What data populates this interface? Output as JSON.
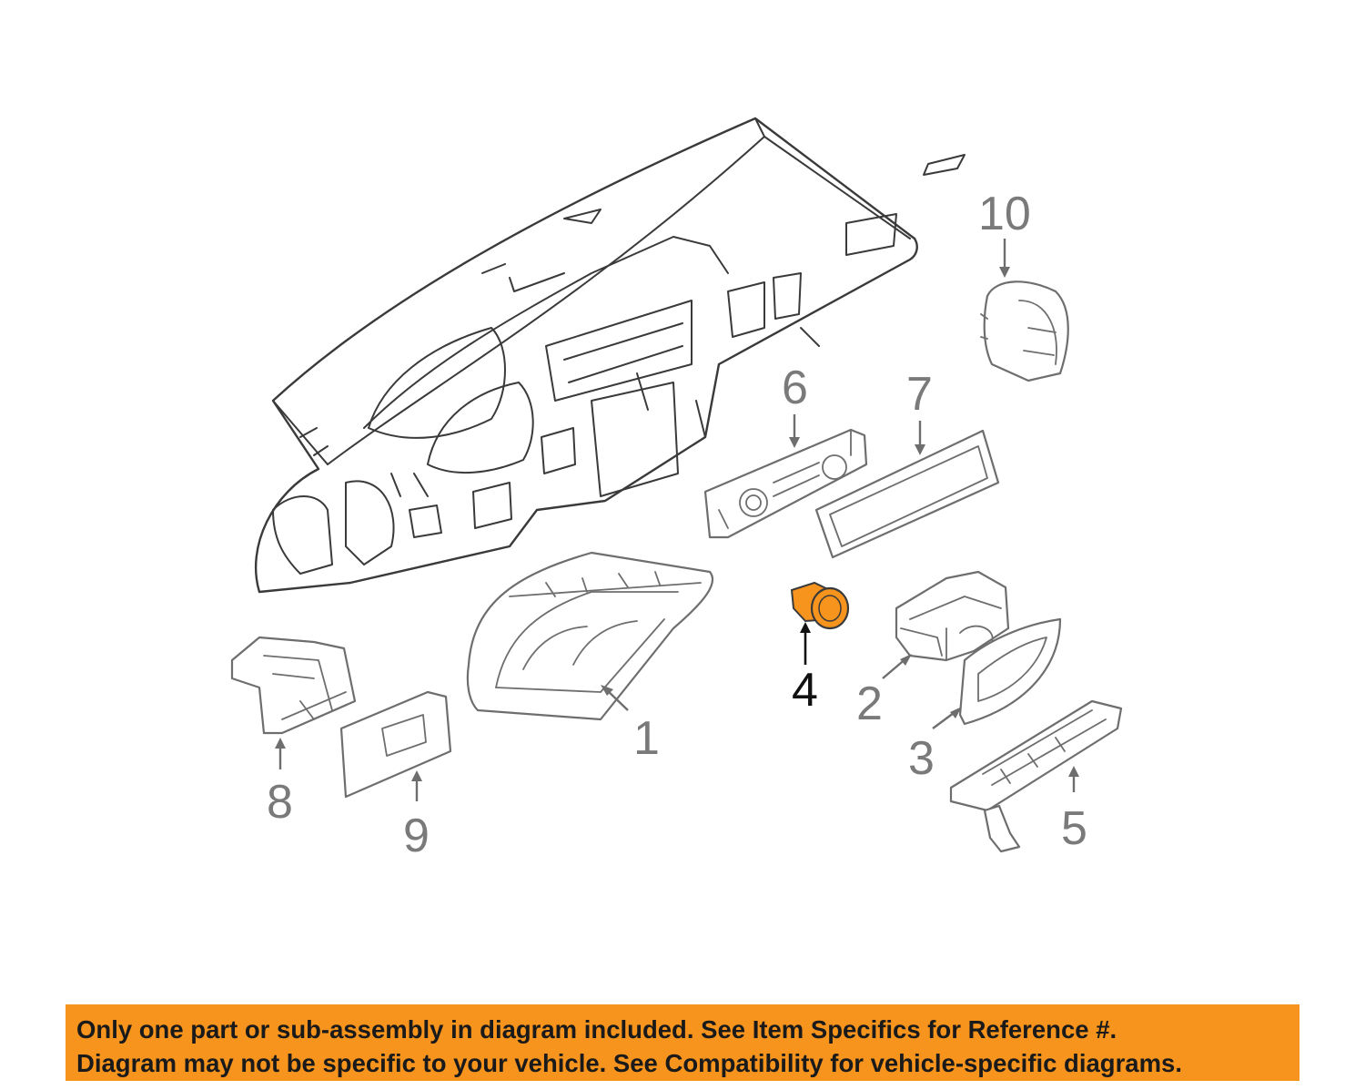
{
  "diagram": {
    "callouts": [
      {
        "id": "1",
        "label": "1"
      },
      {
        "id": "2",
        "label": "2"
      },
      {
        "id": "3",
        "label": "3"
      },
      {
        "id": "4",
        "label": "4"
      },
      {
        "id": "5",
        "label": "5"
      },
      {
        "id": "6",
        "label": "6"
      },
      {
        "id": "7",
        "label": "7"
      },
      {
        "id": "8",
        "label": "8"
      },
      {
        "id": "9",
        "label": "9"
      },
      {
        "id": "10",
        "label": "10"
      }
    ],
    "highlighted_part": "4",
    "highlight_color": "#f7941d",
    "line_color": "#6e6e6e"
  },
  "notice": {
    "line1": "Only one part or sub-assembly in diagram included. See Item Specifics for Reference #.",
    "line2": "Diagram may not be specific to your vehicle. See Compatibility for vehicle-specific diagrams.",
    "background": "#f7941d"
  }
}
